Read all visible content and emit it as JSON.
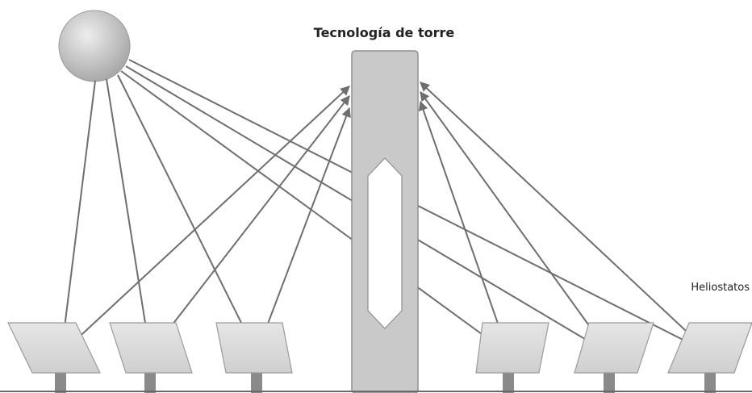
{
  "diagram": {
    "title": "Tecnología de torre",
    "heliostats_label": "Heliostatos"
  },
  "colors": {
    "ray": "#6e6e6e",
    "tower_fill": "#c9c9c9",
    "tower_stroke": "#8f8f8f",
    "receiver_fill": "#ffffff",
    "panel_fill": "#d6d6d6",
    "panel_stroke": "#9a9a9a",
    "stand": "#8a8a8a",
    "ground": "#6a6a6a",
    "sun_light": "#eeeeee",
    "sun_dark": "#a9a9a9"
  },
  "icons": {
    "sun": "sun-icon",
    "tower": "solar-tower",
    "heliostat": "heliostat-mirror-icon"
  }
}
